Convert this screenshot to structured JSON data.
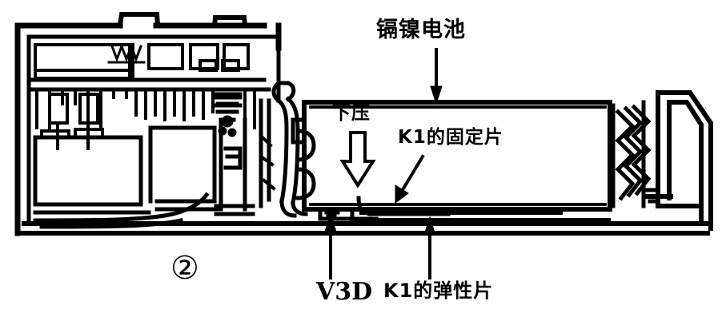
{
  "figure": {
    "number_label": "②",
    "kind": "technical-line-drawing",
    "subject": "battery compartment and circuit board cross-section",
    "ink_color": "#000000",
    "background_color": "#ffffff"
  },
  "labels": {
    "battery": "镉镍电池",
    "press_down": "下压",
    "k1_fixed_plate": "K1的固定片",
    "v3d": "V3D",
    "k1_elastic_plate": "K1的弹性片"
  },
  "annotations": [
    {
      "id": "battery-callout",
      "text": "镉镍电池",
      "leader": "vertical-arrow-down",
      "points_to": "battery-top-edge"
    },
    {
      "id": "press-callout",
      "text": "下压",
      "leader": "hollow-arrow-down",
      "points_to": "contact-assembly"
    },
    {
      "id": "fixed-plate-callout",
      "text": "K1的固定片",
      "leader": "diagonal-arrow",
      "points_to": "fixed-contact-plate"
    },
    {
      "id": "v3d-callout",
      "text": "V3D",
      "leader": "vertical-arrow-up",
      "points_to": "diode-component"
    },
    {
      "id": "elastic-plate-callout",
      "text": "K1的弹性片",
      "leader": "vertical-arrow-up",
      "points_to": "elastic-contact-plate"
    }
  ],
  "parts": [
    {
      "name": "outer-housing",
      "description": "rectangular chassis outline"
    },
    {
      "name": "circuit-board",
      "description": "left-side populated PCB with components"
    },
    {
      "name": "battery-cell",
      "description": "cylindrical Ni-Cd cell body"
    },
    {
      "name": "coil-spring",
      "description": "compression spring at right terminal"
    },
    {
      "name": "terminal-bracket",
      "description": "angled bracket at right end"
    },
    {
      "name": "contact-switch",
      "description": "K1 switch with fixed and elastic plates"
    },
    {
      "name": "wiring",
      "description": "curved wire harness between board and battery"
    }
  ]
}
